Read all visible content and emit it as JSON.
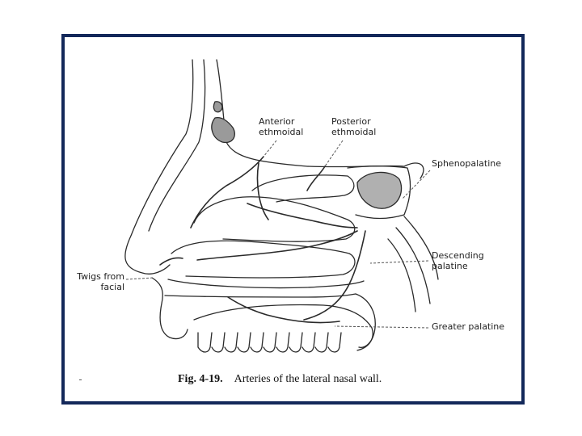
{
  "figure": {
    "caption_number": "Fig. 4-19.",
    "caption_text": "Arteries of the lateral nasal wall.",
    "colors": {
      "frame_border": "#13285a",
      "line": "#2a2a2a",
      "background": "#ffffff"
    }
  },
  "labels": {
    "anterior_ethmoidal": [
      "Anterior",
      "ethmoidal"
    ],
    "posterior_ethmoidal": [
      "Posterior",
      "ethmoidal"
    ],
    "sphenopalatine": "Sphenopalatine",
    "descending_palatine": [
      "Descending",
      "palatine"
    ],
    "twigs_from_facial": [
      "Twigs from",
      "facial"
    ],
    "greater_palatine": "Greater palatine"
  }
}
